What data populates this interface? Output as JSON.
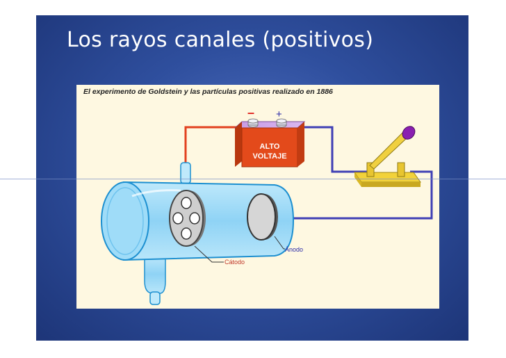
{
  "slide": {
    "title": "Los rayos canales (positivos)"
  },
  "figure": {
    "caption": "El experimento de Goldstein y las partículas positivas realizado en 1886",
    "battery": {
      "line1": "ALTO",
      "line2": "VOLTAJE",
      "minus": "–",
      "plus": "+"
    },
    "labels": {
      "cathode": "Cátodo",
      "anode": "Ánodo"
    },
    "colors": {
      "negative_wire": "#e2401e",
      "positive_wire": "#3f3fb5",
      "battery_red": "#e34a1b",
      "tube_blue": "#8fd3f5"
    }
  }
}
